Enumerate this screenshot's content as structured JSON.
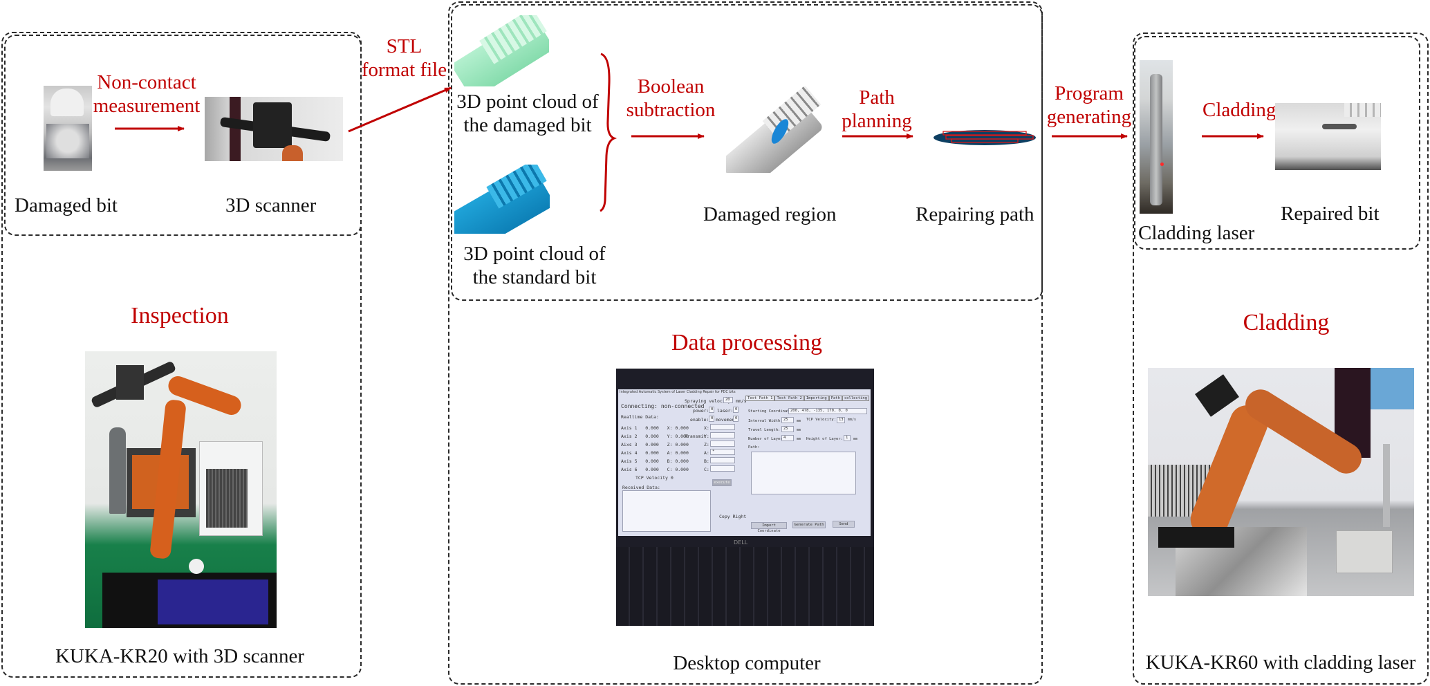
{
  "colors": {
    "accent_red": "#c00000",
    "border": "#2a2a2a",
    "text": "#111111"
  },
  "inspection": {
    "heading": "Inspection",
    "flow_label_line1": "Non-contact",
    "flow_label_line2": "measurement",
    "damaged_bit_label": "Damaged bit",
    "scanner_label": "3D scanner",
    "robot_caption": "KUKA-KR20 with 3D scanner"
  },
  "transfer": {
    "stl_line1": "STL",
    "stl_line2": "format file"
  },
  "data_processing": {
    "heading": "Data processing",
    "damaged_cloud_line1": "3D point cloud of",
    "damaged_cloud_line2": "the damaged bit",
    "standard_cloud_line1": "3D point cloud of",
    "standard_cloud_line2": "the standard bit",
    "boolean_line1": "Boolean",
    "boolean_line2": "subtraction",
    "damaged_region_label": "Damaged region",
    "path_line1": "Path",
    "path_line2": "planning",
    "repairing_path_label": "Repairing path",
    "computer_caption": "Desktop computer"
  },
  "program": {
    "line1": "Program",
    "line2": "generating"
  },
  "cladding": {
    "heading": "Cladding",
    "flow_label": "Cladding",
    "laser_label": "Cladding laser",
    "repaired_label": "Repaired bit",
    "robot_caption": "KUKA-KR60 with cladding laser"
  },
  "laptop_ui": {
    "window_title": "Integrated Automatic System of Laser Cladding Repair for PDC bits",
    "brand": "DELL",
    "connection_label": "Connecting:",
    "connection_status": "non-connected",
    "realtime_label": "Realtime Data:",
    "spraying_velocity_label": "Spraying velocity:",
    "spraying_velocity_value": "20",
    "spraying_velocity_unit": "mm/s",
    "power_label": "power:",
    "power_value": "0",
    "laser_label": "laser:",
    "laser_value": "0",
    "enable_label": "enable:",
    "enable_value": "0",
    "movement_label": "movement",
    "movement_value": "0",
    "transmit_label": "Transmit",
    "axes": [
      {
        "axis": "Axis 1",
        "value": "0.000",
        "coord": "X:",
        "coord_value": "0.000"
      },
      {
        "axis": "Axis 2",
        "value": "0.000",
        "coord": "Y:",
        "coord_value": "0.000"
      },
      {
        "axis": "Aixs 3",
        "value": "0.000",
        "coord": "Z:",
        "coord_value": "0.000"
      },
      {
        "axis": "Axis 4",
        "value": "0.000",
        "coord": "A:",
        "coord_value": "0.000"
      },
      {
        "axis": "Axis 5",
        "value": "0.000",
        "coord": "B:",
        "coord_value": "0.000"
      },
      {
        "axis": "Axis 6",
        "value": "0.000",
        "coord": "C:",
        "coord_value": "0.000"
      }
    ],
    "transmit_fields": [
      {
        "label": "X:",
        "value": ""
      },
      {
        "label": "Y:",
        "value": ""
      },
      {
        "label": "Z:",
        "value": ""
      },
      {
        "label": "A:",
        "value": "*"
      },
      {
        "label": "B:",
        "value": ""
      },
      {
        "label": "C:",
        "value": ""
      }
    ],
    "tcp_velocity_readout": "TCP Velocity 0",
    "execute_button": "execute",
    "received_label": "Received Data:",
    "copyright": "Copy Right",
    "tabs": [
      "Test Path 1",
      "Test Path 2",
      "Importing",
      "Path",
      "collecting"
    ],
    "starting_coordinate_label": "Starting Coordinate:",
    "starting_coordinate_value": "200, 478, -135, 170, 0, 0",
    "interval_width_label": "Interval Width:",
    "interval_width_value": "25",
    "tcp_velocity_label": "TCP Velocity:",
    "tcp_velocity_value": "13",
    "velocity_unit": "mm/s",
    "travel_length_label": "Travel Length:",
    "travel_length_value": "25",
    "layers_label": "Number of Layers:",
    "layers_value": "4",
    "layer_height_label": "Height of Layer:",
    "layer_height_value": "1",
    "mm_unit": "mm",
    "path_label": "Path:",
    "import_button": "Import Coordinate",
    "generate_button": "Generate Path",
    "send_button": "Send"
  }
}
